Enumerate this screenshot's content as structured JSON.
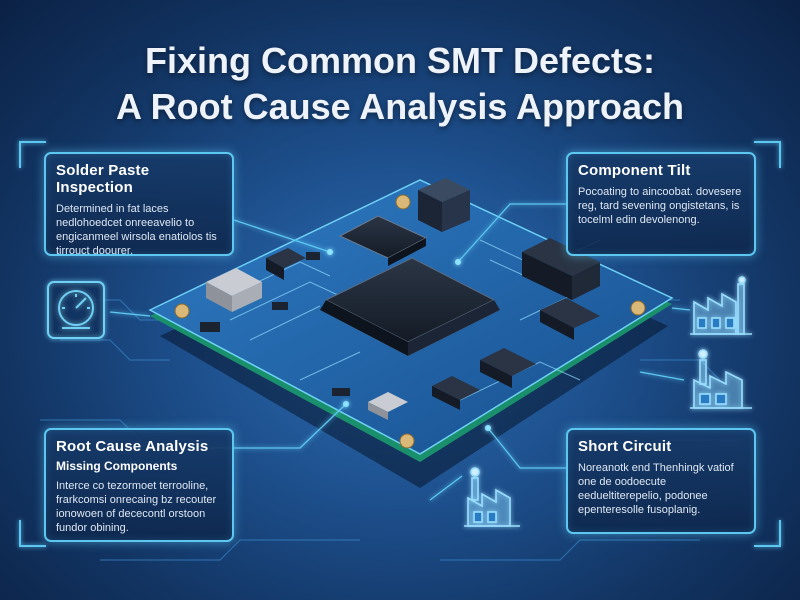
{
  "title": {
    "line1": "Fixing Common SMT Defects:",
    "line2": "A Root Cause Analysis Approach"
  },
  "cards": {
    "solder_paste": {
      "title": "Solder Paste Inspection",
      "body": "Determined in fat laces nedlohoedcet onreeavelio to engicanmeel wirsola enatiolos tis tirrouct doourer."
    },
    "component_tilt": {
      "title": "Component Tilt",
      "body": "Pocoating to aincoobat. dovesere reg, tard sevening ongistetans, is tocelml edin devolenong."
    },
    "root_cause": {
      "title": "Root Cause Analysis",
      "subtitle": "Missing Components",
      "body": "Interce co tezormoet terrooline, frarkcomsi onrecaing bz recouter ionowoen of dececontl orstoon fundor obining."
    },
    "short_circuit": {
      "title": "Short Circuit",
      "body": "Noreanotk end Thenhingk vatiof one de oodoecute eedueltiterepelio, podonee epenteresolle fusoplanig."
    }
  },
  "icons": {
    "gauge": "gauge-icon",
    "factory_right_top": "factory-icon",
    "factory_right_mid": "factory-icon",
    "factory_left_bottom": "factory-icon"
  },
  "colors": {
    "accent": "#5cc8f2",
    "board": "#1f63a8",
    "chip": "#1b2330"
  }
}
